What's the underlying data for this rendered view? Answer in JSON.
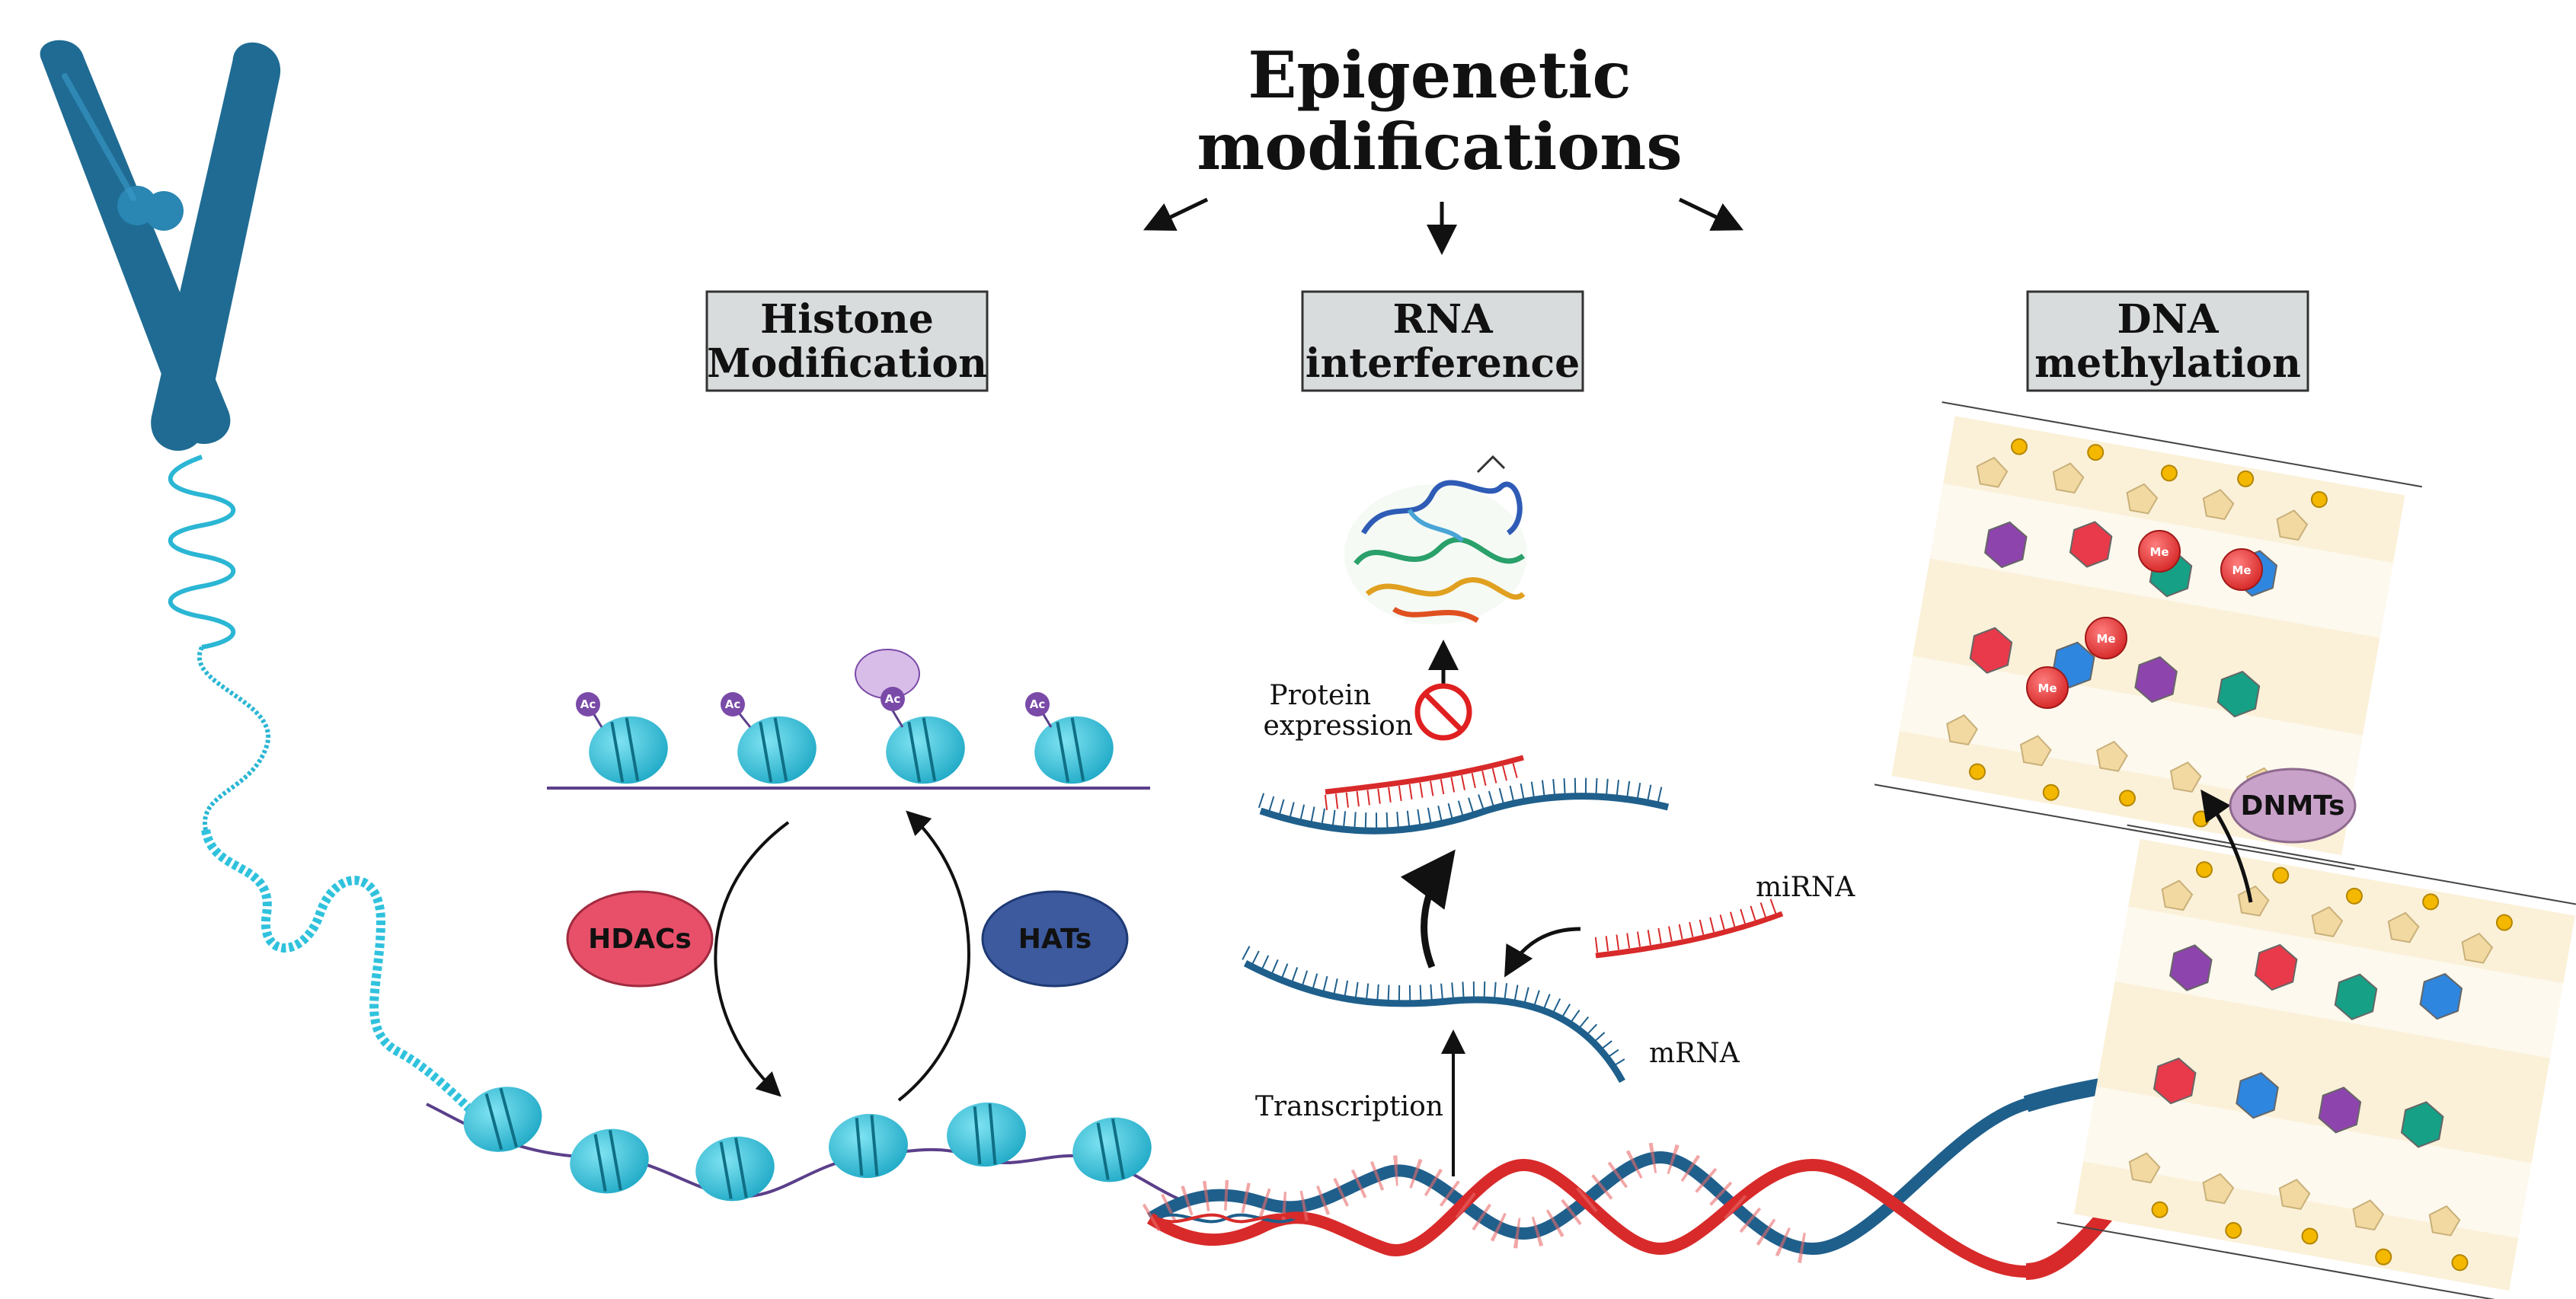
{
  "title": {
    "line1": "Epigenetic",
    "line2": "modifications"
  },
  "categories": {
    "histone": {
      "line1": "Histone",
      "line2": "Modification"
    },
    "rna": {
      "line1": "RNA",
      "line2": "interference"
    },
    "dna": {
      "line1": "DNA",
      "line2": "methylation"
    }
  },
  "histone_panel": {
    "hdacs": "HDACs",
    "hats": "HATs",
    "acetyl_mark": "Ac"
  },
  "rna_panel": {
    "protein_expression_line1": "Protein",
    "protein_expression_line2": "expression",
    "mirna": "miRNA",
    "mrna": "mRNA",
    "transcription": "Transcription"
  },
  "dna_panel": {
    "dnmts": "DNMTs",
    "methyl_mark": "Me"
  },
  "colors": {
    "chromosome": "#1f6b93",
    "chromatin": "#2bb6d4",
    "nucleosome": "#26c2dc",
    "dna_blue": "#1f5f8b",
    "dna_red": "#d82a2a",
    "hdacs": "#e8506a",
    "hats": "#3d5a9e",
    "dnmts": "#c9a2c9",
    "title_box": "#d9dcdc"
  }
}
